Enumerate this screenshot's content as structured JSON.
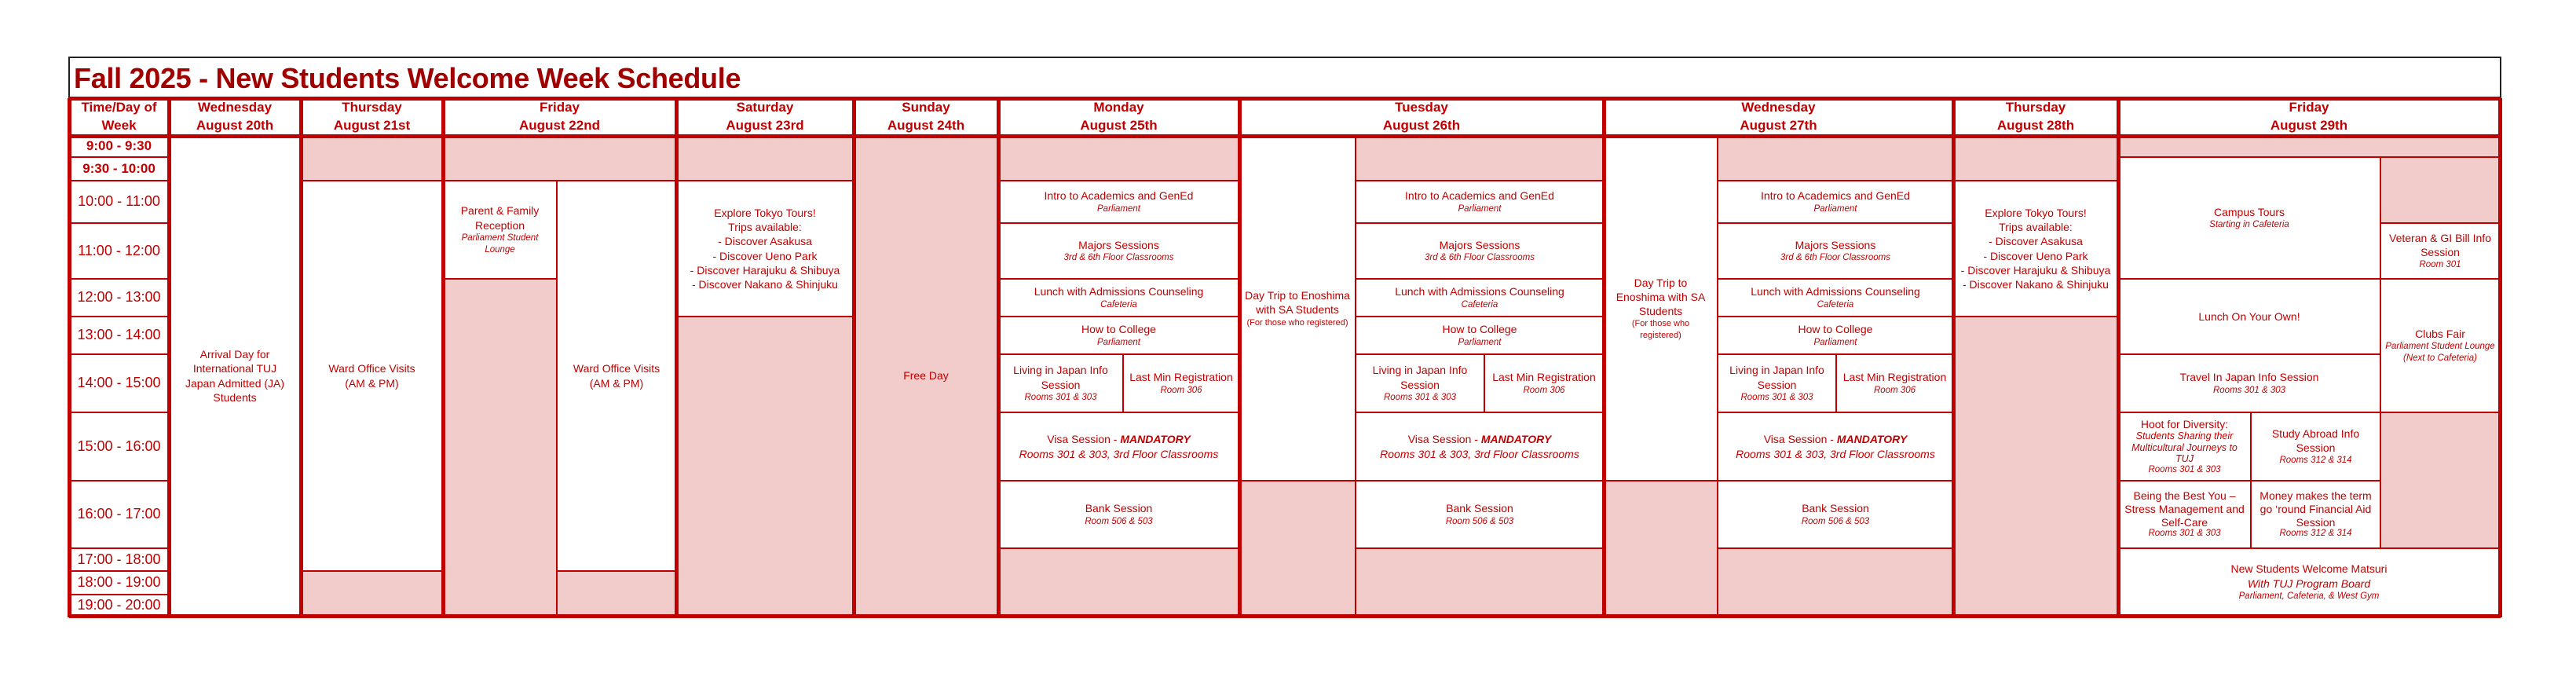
{
  "title": "Fall 2025 - New Students Welcome Week Schedule",
  "colors": {
    "accent": "#c00000",
    "title": "#a00000",
    "unavailable": "#f2cbcb"
  },
  "header": {
    "time_label": "Time/Day of Week",
    "days": [
      {
        "name": "Wednesday",
        "date": "August 20th"
      },
      {
        "name": "Thursday",
        "date": "August 21st"
      },
      {
        "name": "Friday",
        "date": "August 22nd"
      },
      {
        "name": "Saturday",
        "date": "August 23rd"
      },
      {
        "name": "Sunday",
        "date": "August 24th"
      },
      {
        "name": "Monday",
        "date": "August 25th"
      },
      {
        "name": "Tuesday",
        "date": "August 26th"
      },
      {
        "name": "Wednesday",
        "date": "August 27th"
      },
      {
        "name": "Thursday",
        "date": "August 28th"
      },
      {
        "name": "Friday",
        "date": "August 29th"
      }
    ]
  },
  "times": [
    "9:00 - 9:30",
    "9:30 - 10:00",
    "10:00 - 11:00",
    "11:00 - 12:00",
    "12:00 - 13:00",
    "13:00 - 14:00",
    "14:00 - 15:00",
    "15:00 - 16:00",
    "16:00 - 17:00",
    "17:00 - 18:00",
    "18:00 - 19:00",
    "19:00 - 20:00"
  ],
  "events": {
    "arrival": {
      "title": "Arrival Day for International TUJ Japan Admitted (JA) Students"
    },
    "ward_office": {
      "title": "Ward Office Visits",
      "note": "(AM & PM)"
    },
    "parent_reception": {
      "title": "Parent & Family Reception",
      "location": "Parliament Student Lounge"
    },
    "explore_tokyo": {
      "title": "Explore Tokyo Tours!",
      "lines": [
        "Trips available:",
        "- Discover Asakusa",
        "- Discover Ueno Park",
        "- Discover Harajuku & Shibuya",
        "- Discover Nakano & Shinjuku"
      ]
    },
    "free_day": {
      "title": "Free Day"
    },
    "intro_academics": {
      "title": "Intro to Academics and GenEd",
      "location": "Parliament"
    },
    "majors": {
      "title": "Majors Sessions",
      "location": "3rd & 6th Floor Classrooms"
    },
    "lunch_admissions": {
      "title": "Lunch with Admissions Counseling",
      "location": "Cafeteria"
    },
    "how_to_college": {
      "title": "How to College",
      "location": "Parliament"
    },
    "living_japan": {
      "title": "Living in Japan Info Session",
      "location": "Rooms 301 & 303"
    },
    "last_min": {
      "title": "Last Min Registration",
      "location": "Room 306"
    },
    "visa": {
      "title": "Visa Session - ",
      "emphasis": "MANDATORY",
      "location": "Rooms 301 & 303, 3rd Floor Classrooms"
    },
    "bank": {
      "title": "Bank Session",
      "location": "Room 506 & 503"
    },
    "day_trip": {
      "title": "Day Trip to Enoshima with SA Students",
      "note": "(For those who registered)"
    },
    "campus_tours": {
      "title": "Campus Tours",
      "location": "Starting in Cafeteria"
    },
    "veteran": {
      "title": "Veteran & GI Bill Info Session",
      "location": "Room 301"
    },
    "lunch_own": {
      "title": "Lunch On Your Own!"
    },
    "clubs_fair": {
      "title": "Clubs Fair",
      "location": "Parliament Student Lounge",
      "note": "(Next to Cafeteria)"
    },
    "travel_japan": {
      "title": "Travel In Japan Info Session",
      "location": "Rooms 301 & 303"
    },
    "hoot": {
      "title": "Hoot for Diversity:",
      "subtitle": "Students Sharing their Multicultural Journeys to TUJ",
      "location": "Rooms 301 & 303"
    },
    "study_abroad": {
      "title": "Study Abroad Info Session",
      "location": "Rooms 312 & 314"
    },
    "best_you": {
      "title": "Being the Best You – Stress Management and Self-Care",
      "location": "Rooms 301 & 303"
    },
    "money": {
      "title": "Money makes the term go ‘round Financial Aid Session",
      "location": "Rooms 312 & 314"
    },
    "matsuri": {
      "title": "New Students Welcome Matsuri",
      "subtitle": "With TUJ Program Board",
      "location": "Parliament, Cafeteria, & West Gym"
    }
  }
}
